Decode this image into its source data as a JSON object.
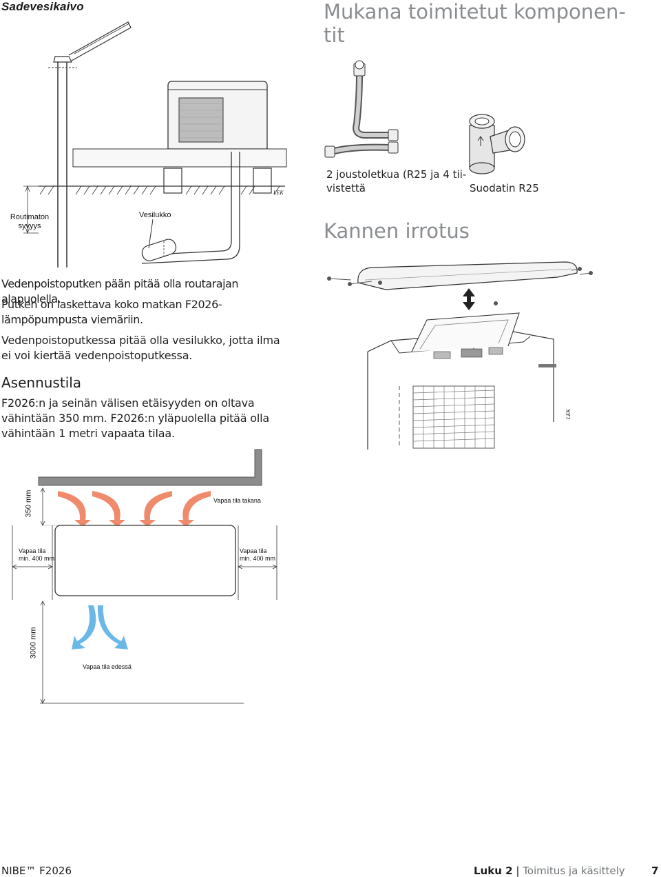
{
  "section_title": "Sadevesikaivo",
  "components": {
    "title": "Mukana toimitetut komponen-\ntit",
    "hose_caption": "2 joustoletkua (R25 ja 4 tii-\nvistettä",
    "filter_caption": "Suodatin R25"
  },
  "drain_diagram": {
    "frost_label": "Routimaton\nsyvyys",
    "trap_label": "Vesilukko",
    "stamp": "LEK"
  },
  "drain_text": [
    "Vedenpoistoputken pään pitää olla routarajan alapuolella.",
    "Putken on laskettava koko matkan F2026-lämpöpumpusta viemäriin.",
    "Vedenpoistoputkessa pitää olla vesilukko, jotta ilma ei voi kiertää vedenpoistoputkessa."
  ],
  "cover_removal": {
    "title": "Kannen irrotus",
    "stamp": "LEK"
  },
  "installation_space": {
    "heading": "Asennustila",
    "text": "F2026:n ja seinän välisen etäisyyden on oltava vähintään 350 mm. F2026:n yläpuolella pitää olla vähintään 1 metri vapaata tilaa."
  },
  "clearance_diagram": {
    "rear_dim": "350 mm",
    "rear_label": "Vapaa tila takana",
    "left_label": "Vapaa tila\nmin. 400 mm",
    "right_label": "Vapaa tila\nmin. 400 mm",
    "front_dim": "3000 mm",
    "front_label": "Vapaa tila edessä",
    "colors": {
      "rear_arrows": "#f08a6c",
      "front_arrows": "#6bb8e8",
      "wall": "#8c8c8c"
    }
  },
  "footer": {
    "brand": "NIBE™ F2026",
    "chapter_prefix": "Luku 2",
    "separator": "|",
    "chapter_name": "Toimitus ja käsittely",
    "page_number": "7"
  }
}
